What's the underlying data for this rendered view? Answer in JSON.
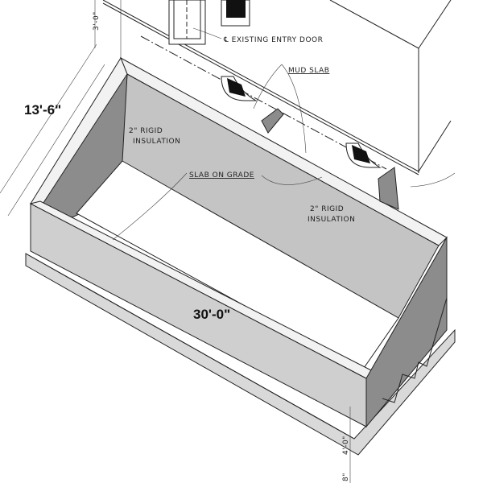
{
  "drawing": {
    "dimensions": {
      "width_label": "30'-0\"",
      "depth_label": "13'-6\"",
      "offset_label": "3'-0\"",
      "wall_height_label": "4'-0\"",
      "footing_label": "8\""
    },
    "annotations": {
      "entry_door": "℄ EXISTING ENTRY DOOR",
      "mud_slab": "MUD SLAB",
      "insulation_left_line1": "2\" RIGID",
      "insulation_left_line2": "INSULATION",
      "insulation_right_line1": "2\" RIGID",
      "insulation_right_line2": "INSULATION",
      "slab_on_grade": "SLAB ON GRADE"
    },
    "colors": {
      "wall_light": "#cfcfcf",
      "wall_mid": "#bdbdbd",
      "wall_dark": "#8c8c8c",
      "ink": "#222222"
    }
  }
}
